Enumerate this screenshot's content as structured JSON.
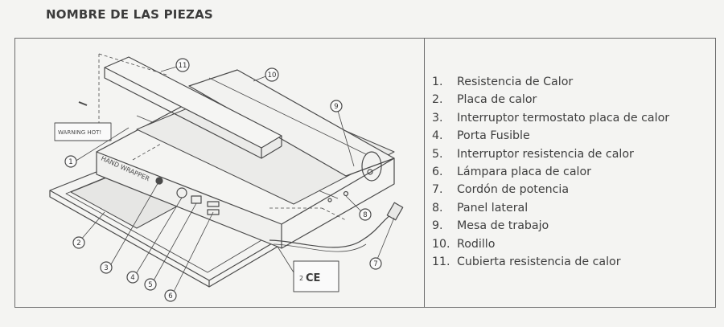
{
  "heading": "NOMBRE DE LAS PIEZAS",
  "diagram": {
    "warning_label": "WARNING HOT!",
    "brand_label": "HAND WRAPPER",
    "ce_mark": "CE",
    "ce_number": "2",
    "callouts": [
      "1",
      "2",
      "3",
      "4",
      "5",
      "6",
      "7",
      "8",
      "9",
      "10",
      "11"
    ]
  },
  "parts": [
    {
      "num": "1.",
      "name": "Resistencia de Calor"
    },
    {
      "num": "2.",
      "name": "Placa de calor"
    },
    {
      "num": "3.",
      "name": "Interruptor termostato placa de calor"
    },
    {
      "num": "4.",
      "name": "Porta Fusible"
    },
    {
      "num": "5.",
      "name": "Interruptor resistencia de calor"
    },
    {
      "num": "6.",
      "name": "Lámpara placa de calor"
    },
    {
      "num": "7.",
      "name": "Cordón de potencia"
    },
    {
      "num": "8.",
      "name": "Panel lateral"
    },
    {
      "num": "9.",
      "name": "Mesa de trabajo"
    },
    {
      "num": "10.",
      "name": "Rodillo"
    },
    {
      "num": "11.",
      "name": "Cubierta resistencia de calor"
    }
  ]
}
